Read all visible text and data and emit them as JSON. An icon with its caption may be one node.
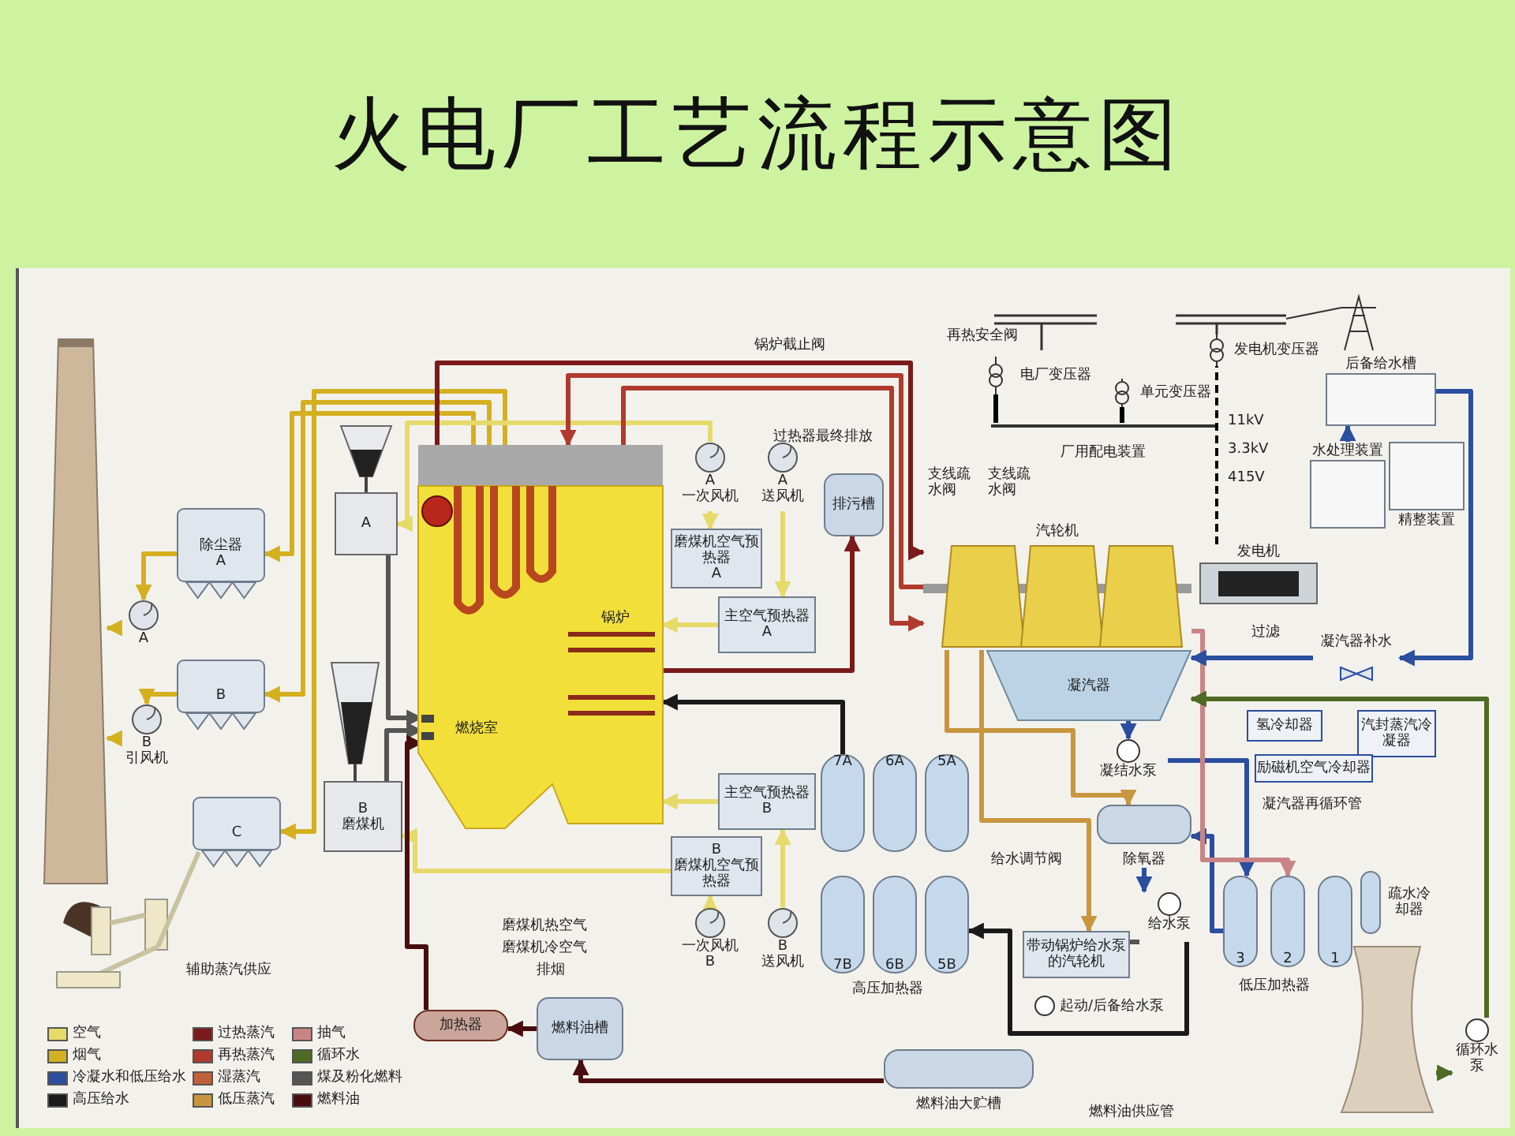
{
  "diagram": {
    "title": "火电厂工艺流程示意图",
    "nodes": [
      {
        "text": [],
        "shape": "chimney"
      },
      {
        "text": [
          "A"
        ]
      },
      {
        "text": [
          "B",
          "引风机"
        ]
      },
      {
        "text": [
          "除尘器",
          "A"
        ]
      },
      {
        "text": [
          "B"
        ]
      },
      {
        "text": [
          "C"
        ]
      },
      {
        "text": [
          "A"
        ]
      },
      {
        "text": [
          "B",
          "磨煤机"
        ]
      },
      {
        "text": [
          "锅炉"
        ]
      },
      {
        "text": [
          "燃烧室"
        ],
        "in": 8
      },
      {
        "text": [],
        "shape": "circle",
        "in": 8
      },
      {
        "text": [
          "磨煤机空气预热器",
          "A"
        ]
      },
      {
        "text": [
          "A",
          "一次风机"
        ]
      },
      {
        "text": [
          "A",
          "送风机"
        ]
      },
      {
        "text": [
          "主空气预热器",
          "A"
        ]
      },
      {
        "text": [
          "主空气预热器",
          "B"
        ]
      },
      {
        "text": [
          "B",
          "磨煤机空气预热器"
        ]
      },
      {
        "text": [
          "一次风机",
          "B"
        ]
      },
      {
        "text": [
          "B",
          "送风机"
        ]
      },
      {
        "text": [
          "排污槽"
        ]
      },
      {
        "text": [
          "汽轮机"
        ]
      },
      {
        "text": [
          "凝汽器"
        ]
      },
      {
        "text": [
          "发电机"
        ]
      },
      {
        "text": [
          "电厂变压器"
        ]
      },
      {
        "text": [
          "厂用配电装置"
        ]
      },
      {
        "text": [
          "单元变压器"
        ]
      },
      {
        "text": [
          "发电机变压器"
        ]
      },
      {
        "text": [
          "后备给水槽"
        ]
      },
      {
        "text": [
          "水处理装置"
        ]
      },
      {
        "text": [
          "精整装置"
        ]
      },
      {
        "text": [
          "凝汽器补水"
        ]
      },
      {
        "text": [
          "凝结水泵"
        ]
      },
      {
        "text": [
          "氢冷却器"
        ]
      },
      {
        "text": [
          "汽封蒸汽冷凝器"
        ]
      },
      {
        "text": [
          "励磁机空气冷却器"
        ]
      },
      {
        "text": [
          "除氧器"
        ]
      },
      {
        "text": [
          "给水泵"
        ]
      },
      {
        "text": [
          "带动锅炉给水泵的汽轮机"
        ]
      },
      {
        "text": [
          "起动/后备给水泵"
        ]
      },
      {
        "text": [
          "7A"
        ]
      },
      {
        "text": [
          "6A"
        ]
      },
      {
        "text": [
          "5A"
        ]
      },
      {
        "text": [
          "7B"
        ]
      },
      {
        "text": [
          "6B"
        ]
      },
      {
        "text": [
          "5B"
        ]
      },
      {
        "text": [
          "3"
        ]
      },
      {
        "text": [
          "2"
        ]
      },
      {
        "text": [
          "1"
        ]
      },
      {
        "text": [
          "疏水冷却器"
        ]
      },
      {
        "text": [],
        "shape": "tower"
      },
      {
        "text": [
          "循环水泵"
        ]
      },
      {
        "text": [
          "加热器"
        ]
      },
      {
        "text": [
          "燃料油槽"
        ]
      },
      {
        "text": [
          "燃料油大贮槽"
        ]
      }
    ],
    "edges": [
      {
        "from": 3,
        "to": 1,
        "arrow": "to",
        "color": "#d4b020"
      },
      {
        "from": 4,
        "to": 2,
        "arrow": "to",
        "color": "#d4b020"
      },
      {
        "from": 1,
        "to": 0,
        "arrow": "to",
        "color": "#d4b020"
      },
      {
        "from": 2,
        "to": 0,
        "arrow": "to",
        "color": "#d4b020"
      },
      {
        "from": 8,
        "to": 3,
        "arrow": "to",
        "color": "#d4b020"
      },
      {
        "from": 8,
        "to": 4,
        "arrow": "to",
        "color": "#d4b020"
      },
      {
        "from": 8,
        "to": 5,
        "arrow": "to",
        "color": "#d4b020"
      },
      {
        "from": 13,
        "to": 14,
        "arrow": "to",
        "color": "#e6da6a"
      },
      {
        "from": 12,
        "to": 11,
        "arrow": "to",
        "color": "#e6da6a"
      },
      {
        "from": 14,
        "to": 8,
        "arrow": "to",
        "color": "#e6da6a"
      },
      {
        "from": 12,
        "to": 6,
        "arrow": "to",
        "color": "#e6da6a"
      },
      {
        "from": 15,
        "to": 8,
        "arrow": "to",
        "color": "#e6da6a"
      },
      {
        "from": 18,
        "to": 15,
        "arrow": "to",
        "color": "#e6da6a"
      },
      {
        "from": 17,
        "to": 16,
        "arrow": "to",
        "color": "#e6da6a"
      },
      {
        "from": 16,
        "to": 7,
        "arrow": "to",
        "color": "#e6da6a"
      },
      {
        "from": 6,
        "to": 9,
        "arrow": "to",
        "color": "#555555"
      },
      {
        "from": 7,
        "to": 9,
        "arrow": "to",
        "color": "#555555"
      },
      {
        "from": 10,
        "to": 20,
        "arrow": "to",
        "color": "#7a1a1a"
      },
      {
        "from": 20,
        "to": 8,
        "arrow": "to",
        "color": "#b03a2e"
      },
      {
        "from": 8,
        "to": 20,
        "arrow": "to",
        "color": "#b03a2e"
      },
      {
        "from": 21,
        "to": 31,
        "arrow": "to",
        "color": "#2b4ea0"
      },
      {
        "from": 31,
        "to": 45,
        "arrow": "to",
        "color": "#2b4ea0"
      },
      {
        "from": 45,
        "to": 35,
        "arrow": "to",
        "color": "#2b4ea0"
      },
      {
        "from": 20,
        "to": 46,
        "arrow": "to",
        "color": "#c98585"
      },
      {
        "from": 20,
        "to": 35,
        "arrow": "to",
        "color": "#c8963e"
      },
      {
        "from": 35,
        "to": 36,
        "arrow": "to",
        "color": "#2b4ea0"
      },
      {
        "from": 36,
        "to": 44,
        "arrow": "to",
        "color": "#1a1a1a"
      },
      {
        "from": 39,
        "to": 8,
        "arrow": "to",
        "color": "#1a1a1a"
      },
      {
        "from": 20,
        "to": 37,
        "arrow": "to",
        "color": "#c8963e"
      },
      {
        "from": 37,
        "to": 36,
        "arrow": "none",
        "color": "#555555"
      },
      {
        "from": 28,
        "to": 27,
        "arrow": "to",
        "color": "#2b4ea0"
      },
      {
        "from": 27,
        "to": 30,
        "arrow": "to",
        "color": "#2b4ea0"
      },
      {
        "from": 30,
        "to": 21,
        "arrow": "to",
        "color": "#2b4ea0"
      },
      {
        "from": 50,
        "to": 21,
        "arrow": "to",
        "color": "#4e6a25"
      },
      {
        "from": 49,
        "to": 50,
        "arrow": "to",
        "color": "#4e6a25"
      },
      {
        "from": 22,
        "to": 26,
        "arrow": "none",
        "style": "dashed",
        "color": "#000000"
      },
      {
        "from": 23,
        "to": 24,
        "arrow": "none",
        "color": "#000000"
      },
      {
        "from": 25,
        "to": 24,
        "arrow": "none",
        "color": "#000000"
      },
      {
        "from": 8,
        "to": 19,
        "arrow": "to",
        "color": "#7a1a1a"
      },
      {
        "from": 53,
        "to": 52,
        "arrow": "to",
        "color": "#4a0d0d"
      },
      {
        "from": 52,
        "to": 51,
        "arrow": "to",
        "color": "#4a0d0d"
      },
      {
        "from": 51,
        "to": 9,
        "arrow": "to",
        "color": "#4a0d0d"
      }
    ],
    "labels": [
      "锅炉截止阀",
      "再热安全阀",
      "过热器最终排放",
      "支线疏水阀",
      "支线疏水阀",
      "11kV",
      "3.3kV",
      "415V",
      "过滤",
      "磨煤机热空气",
      "磨煤机冷空气",
      "排烟",
      "给水调节阀",
      "凝汽器再循环管",
      "高压加热器",
      "低压加热器",
      "辅助蒸汽供应",
      "燃料油供应管"
    ],
    "legend": [
      {
        "text": "空气",
        "color": "#e6da6a"
      },
      {
        "text": "过热蒸汽",
        "color": "#7a1a1a"
      },
      {
        "text": "抽气",
        "color": "#c98585"
      },
      {
        "text": "烟气",
        "color": "#d4b020"
      },
      {
        "text": "再热蒸汽",
        "color": "#b03a2e"
      },
      {
        "text": "循环水",
        "color": "#4e6a25"
      },
      {
        "text": "冷凝水和低压给水",
        "color": "#2b4ea0"
      },
      {
        "text": "湿蒸汽",
        "color": "#c0603a"
      },
      {
        "text": "煤及粉化燃料",
        "color": "#555555"
      },
      {
        "text": "高压给水",
        "color": "#1a1a1a"
      },
      {
        "text": "低压蒸汽",
        "color": "#c8963e"
      },
      {
        "text": "燃料油",
        "color": "#4a0d0d"
      }
    ]
  }
}
